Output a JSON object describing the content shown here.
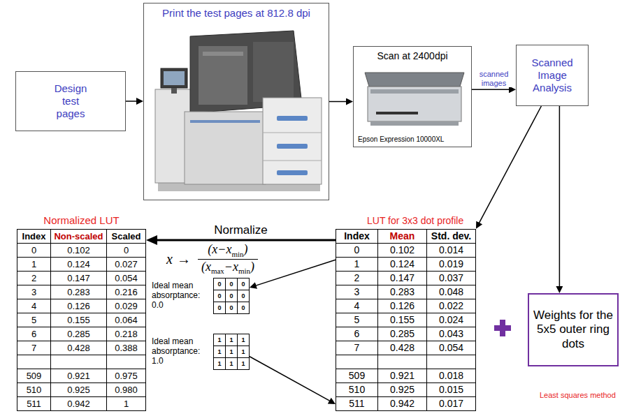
{
  "diagram": {
    "nodes": [
      {
        "text": [
          "Design test pages"
        ]
      },
      {
        "text": [
          "Print the test pages at 812.8 dpi"
        ]
      },
      {
        "text": [
          "Scan at 2400dpi",
          "Epson Expression 10000XL"
        ]
      },
      {
        "text": [
          "Scanned Image Analysis"
        ]
      },
      {
        "text": [
          "Normalized LUT",
          "Index",
          "Non-scaled",
          "Scaled",
          "0",
          "0.102",
          "0",
          "1",
          "0.124",
          "0.027",
          "2",
          "0.147",
          "0.054",
          "3",
          "0.283",
          "0.216",
          "4",
          "0.126",
          "0.029",
          "5",
          "0.155",
          "0.064",
          "6",
          "0.285",
          "0.218",
          "7",
          "0.428",
          "0.388",
          "509",
          "0.921",
          "0.975",
          "510",
          "0.925",
          "0.980",
          "511",
          "0.942",
          "1"
        ]
      },
      {
        "text": [
          "Ideal mean absorptance: 0.0",
          "0",
          "0",
          "0",
          "0",
          "0",
          "0",
          "0",
          "0",
          "0"
        ]
      },
      {
        "text": [
          "Ideal mean absorptance: 1.0",
          "1",
          "1",
          "1",
          "1",
          "1",
          "1",
          "1",
          "1",
          "1"
        ]
      },
      {
        "text": [
          "LUT for 3x3 dot profile",
          "Index",
          "Mean",
          "Std. dev.",
          "0",
          "0.102",
          "0.014",
          "1",
          "0.124",
          "0.019",
          "2",
          "0.147",
          "0.037",
          "3",
          "0.283",
          "0.048",
          "4",
          "0.126",
          "0.022",
          "5",
          "0.155",
          "0.024",
          "6",
          "0.285",
          "0.043",
          "7",
          "0.428",
          "0.054",
          "509",
          "0.921",
          "0.018",
          "510",
          "0.925",
          "0.015",
          "511",
          "0.942",
          "0.017"
        ]
      },
      {
        "text": [
          "Weights for the 5x5 outer ring dots"
        ]
      }
    ],
    "edges": [
      {
        "from": 0,
        "to": 1,
        "arrow": "to"
      },
      {
        "from": 1,
        "to": 2,
        "arrow": "to"
      },
      {
        "from": 2,
        "to": 3,
        "label": "scanned images",
        "arrow": "to"
      },
      {
        "from": 3,
        "to": 7,
        "arrow": "to"
      },
      {
        "from": 3,
        "to": 8,
        "arrow": "to"
      },
      {
        "from": 7,
        "to": 4,
        "label": "Normalize",
        "arrow": "to"
      },
      {
        "from": 7,
        "to": 5,
        "arrow": "to"
      },
      {
        "from": 6,
        "to": 7,
        "arrow": "to"
      }
    ],
    "labels": [
      "x",
      "→",
      "(x−x",
      "min",
      ")",
      "(x",
      "max",
      "−x",
      "min",
      ")",
      "Least squares method"
    ]
  }
}
